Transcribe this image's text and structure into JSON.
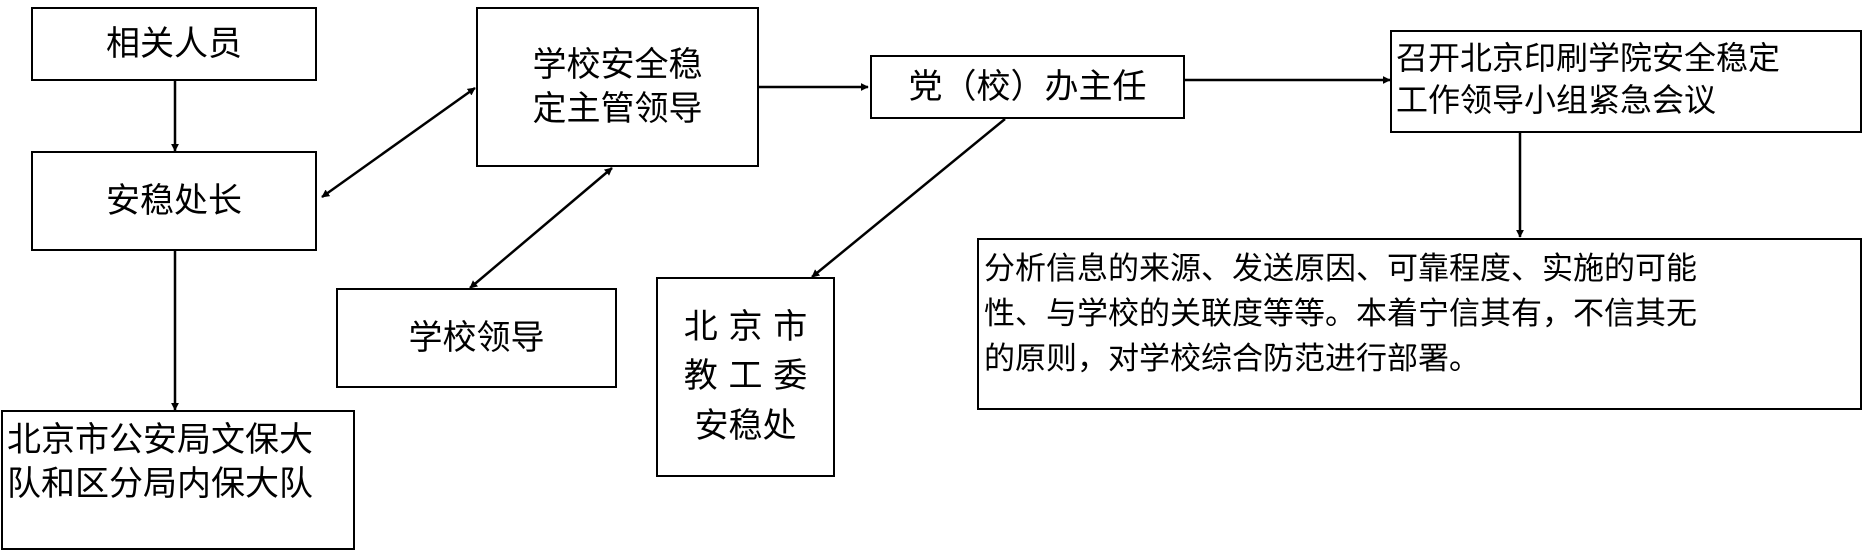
{
  "nodes": {
    "related_personnel": "相关人员",
    "security_office_head": "安稳处长",
    "public_security_line1": "北京市公安局文保大",
    "public_security_line2": "队和区分局内保大队",
    "safety_leader_line1": "学校安全稳",
    "safety_leader_line2": "定主管领导",
    "school_leaders": "学校领导",
    "party_office_director": "党（校）办主任",
    "education_committee_line1": "北 京 市",
    "education_committee_line2": "教 工 委",
    "education_committee_line3": "安稳处",
    "emergency_meeting_line1": "召开北京印刷学院安全稳定",
    "emergency_meeting_line2": "工作领导小组紧急会议",
    "analysis_line1": "分析信息的来源、发送原因、可靠程度、实施的可能",
    "analysis_line2": "性、与学校的关联度等等。本着宁信其有，不信其无",
    "analysis_line3": "的原则，对学校综合防范进行部署。"
  },
  "colors": {
    "stroke": "#000000",
    "background": "#ffffff"
  }
}
